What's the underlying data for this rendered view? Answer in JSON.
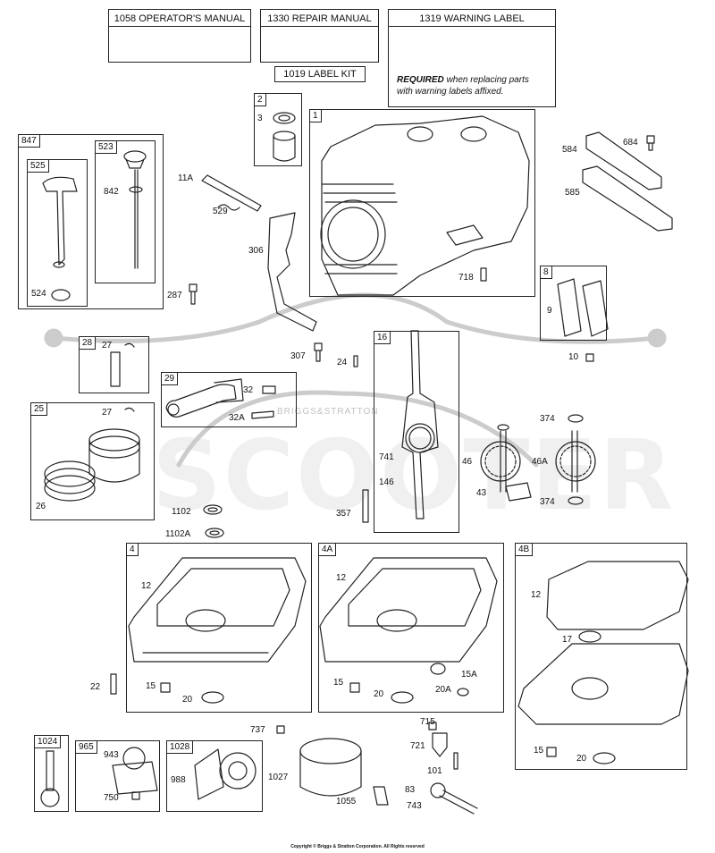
{
  "header": {
    "operators_manual": "1058 OPERATOR'S MANUAL",
    "repair_manual": "1330 REPAIR MANUAL",
    "warning_label": "1319 WARNING LABEL",
    "label_kit": "1019 LABEL KIT",
    "warning_word": "WARNING",
    "required_bold": "REQUIRED",
    "required_rest1": " when replacing parts",
    "required_rest2": "with warning labels affixed."
  },
  "watermark": {
    "brand": "SCOOTER",
    "sub": "BRIGGS&STRATTON"
  },
  "groups": {
    "g847": "847",
    "g523": "523",
    "g525": "525",
    "g2": "2",
    "g1": "1",
    "g8": "8",
    "g28": "28",
    "g29": "29",
    "g16": "16",
    "g25": "25",
    "g4": "4",
    "g4a": "4A",
    "g4b": "4B",
    "g1024": "1024",
    "g965": "965",
    "g1028": "1028"
  },
  "labels": {
    "p3": "3",
    "p11a": "11A",
    "p529": "529",
    "p842": "842",
    "p524": "524",
    "p287": "287",
    "p306": "306",
    "p718": "718",
    "p584": "584",
    "p684": "684",
    "p585": "585",
    "p9": "9",
    "p10": "10",
    "p27a": "27",
    "p307": "307",
    "p24": "24",
    "p32": "32",
    "p32a": "32A",
    "p27b": "27",
    "p26": "26",
    "p741": "741",
    "p146": "146",
    "p374a": "374",
    "p46": "46",
    "p46a": "46A",
    "p43": "43",
    "p374b": "374",
    "p1102": "1102",
    "p1102a": "1102A",
    "p357": "357",
    "p12a": "12",
    "p12b": "12",
    "p12c": "12",
    "p17": "17",
    "p22": "22",
    "p15a": "15",
    "p20a": "20",
    "p15b": "15",
    "p20b": "20",
    "p15ab": "15A",
    "p20ab": "20A",
    "p15c": "15",
    "p20c": "20",
    "p737": "737",
    "p715": "715",
    "p721": "721",
    "p943": "943",
    "p750": "750",
    "p988": "988",
    "p1027": "1027",
    "p1055": "1055",
    "p101": "101",
    "p83": "83",
    "p743": "743"
  },
  "footer": {
    "copyright": "Copyright © Briggs & Stratton Corporation. All Rights reserved"
  }
}
